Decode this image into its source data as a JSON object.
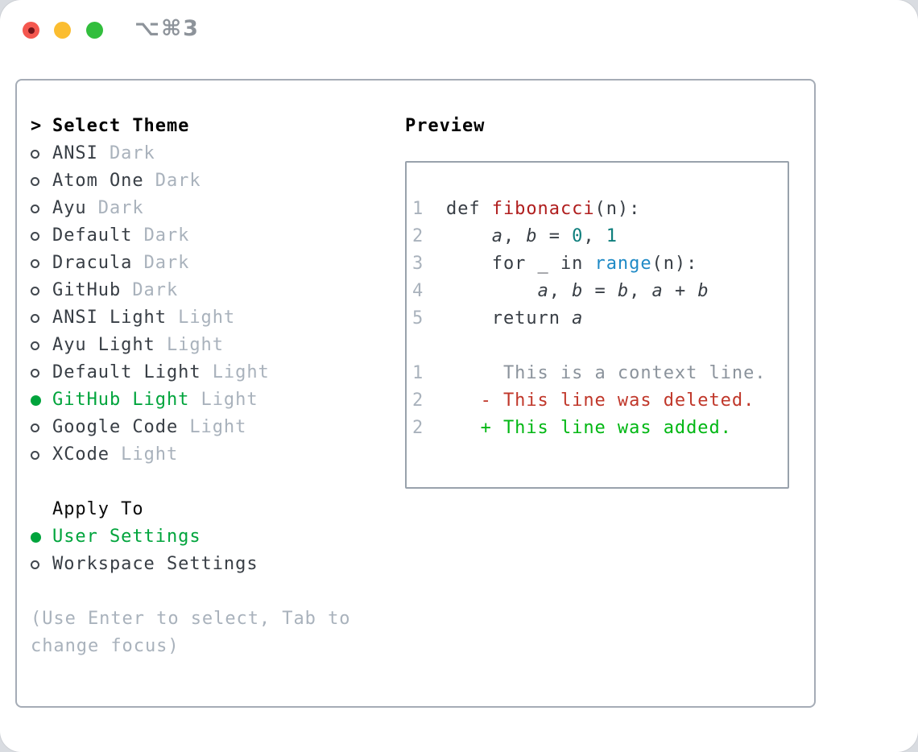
{
  "window": {
    "title": "⌥⌘3"
  },
  "titlebar": {
    "buttons": [
      {
        "name": "close",
        "color": "#f4574f"
      },
      {
        "name": "minimize",
        "color": "#fbbd30"
      },
      {
        "name": "zoom",
        "color": "#32be3d"
      }
    ]
  },
  "theme_panel": {
    "cursor": ">",
    "header": "Select Theme",
    "items": [
      {
        "label": "ANSI",
        "tag": "Dark",
        "selected": false
      },
      {
        "label": "Atom One",
        "tag": "Dark",
        "selected": false
      },
      {
        "label": "Ayu",
        "tag": "Dark",
        "selected": false
      },
      {
        "label": "Default",
        "tag": "Dark",
        "selected": false
      },
      {
        "label": "Dracula",
        "tag": "Dark",
        "selected": false
      },
      {
        "label": "GitHub",
        "tag": "Dark",
        "selected": false
      },
      {
        "label": "ANSI Light",
        "tag": "Light",
        "selected": false
      },
      {
        "label": "Ayu Light",
        "tag": "Light",
        "selected": false
      },
      {
        "label": "Default Light",
        "tag": "Light",
        "selected": false
      },
      {
        "label": "GitHub Light",
        "tag": "Light",
        "selected": true
      },
      {
        "label": "Google Code",
        "tag": "Light",
        "selected": false
      },
      {
        "label": "XCode",
        "tag": "Light",
        "selected": false
      }
    ],
    "apply_header": "Apply To",
    "apply_items": [
      {
        "label": "User Settings",
        "selected": true
      },
      {
        "label": "Workspace Settings",
        "selected": false
      }
    ],
    "hint": "(Use Enter to select, Tab to change focus)"
  },
  "preview": {
    "header": "Preview",
    "lines": [
      {
        "num": "1",
        "segments": [
          {
            "text": "def ",
            "style": "plain"
          },
          {
            "text": "fibonacci",
            "style": "func"
          },
          {
            "text": "(n):",
            "style": "plain"
          }
        ]
      },
      {
        "num": "2",
        "segments": [
          {
            "text": "    ",
            "style": "plain"
          },
          {
            "text": "a",
            "style": "var"
          },
          {
            "text": ", ",
            "style": "plain"
          },
          {
            "text": "b",
            "style": "var"
          },
          {
            "text": " = ",
            "style": "plain"
          },
          {
            "text": "0",
            "style": "number"
          },
          {
            "text": ", ",
            "style": "plain"
          },
          {
            "text": "1",
            "style": "number"
          }
        ]
      },
      {
        "num": "3",
        "segments": [
          {
            "text": "    for _ in ",
            "style": "plain"
          },
          {
            "text": "range",
            "style": "builtin"
          },
          {
            "text": "(n):",
            "style": "plain"
          }
        ]
      },
      {
        "num": "4",
        "segments": [
          {
            "text": "        ",
            "style": "plain"
          },
          {
            "text": "a",
            "style": "var"
          },
          {
            "text": ", ",
            "style": "plain"
          },
          {
            "text": "b",
            "style": "var"
          },
          {
            "text": " = ",
            "style": "plain"
          },
          {
            "text": "b",
            "style": "var"
          },
          {
            "text": ", ",
            "style": "plain"
          },
          {
            "text": "a",
            "style": "var"
          },
          {
            "text": " + ",
            "style": "plain"
          },
          {
            "text": "b",
            "style": "var"
          }
        ]
      },
      {
        "num": "5",
        "segments": [
          {
            "text": "    return ",
            "style": "plain"
          },
          {
            "text": "a",
            "style": "var"
          }
        ]
      },
      {
        "num": "",
        "segments": []
      },
      {
        "num": "1",
        "segments": [
          {
            "text": "     This is a context line.",
            "style": "context"
          }
        ]
      },
      {
        "num": "2",
        "segments": [
          {
            "text": "   - This line was deleted.",
            "style": "deleted"
          }
        ]
      },
      {
        "num": "2",
        "segments": [
          {
            "text": "   + This line was added.",
            "style": "added"
          }
        ]
      }
    ]
  },
  "colors": {
    "accent_green": "#00a43c",
    "muted_gray": "#a9b2bc",
    "text_dark": "#383e45",
    "panel_border": "#a5acb6",
    "preview_border": "#99a2ac",
    "syntax_function": "#b01e1e",
    "syntax_number": "#0e7e7c",
    "syntax_builtin": "#1f8ac6",
    "diff_context": "#8b939c",
    "diff_deleted": "#c0372a",
    "diff_added": "#00b713"
  }
}
